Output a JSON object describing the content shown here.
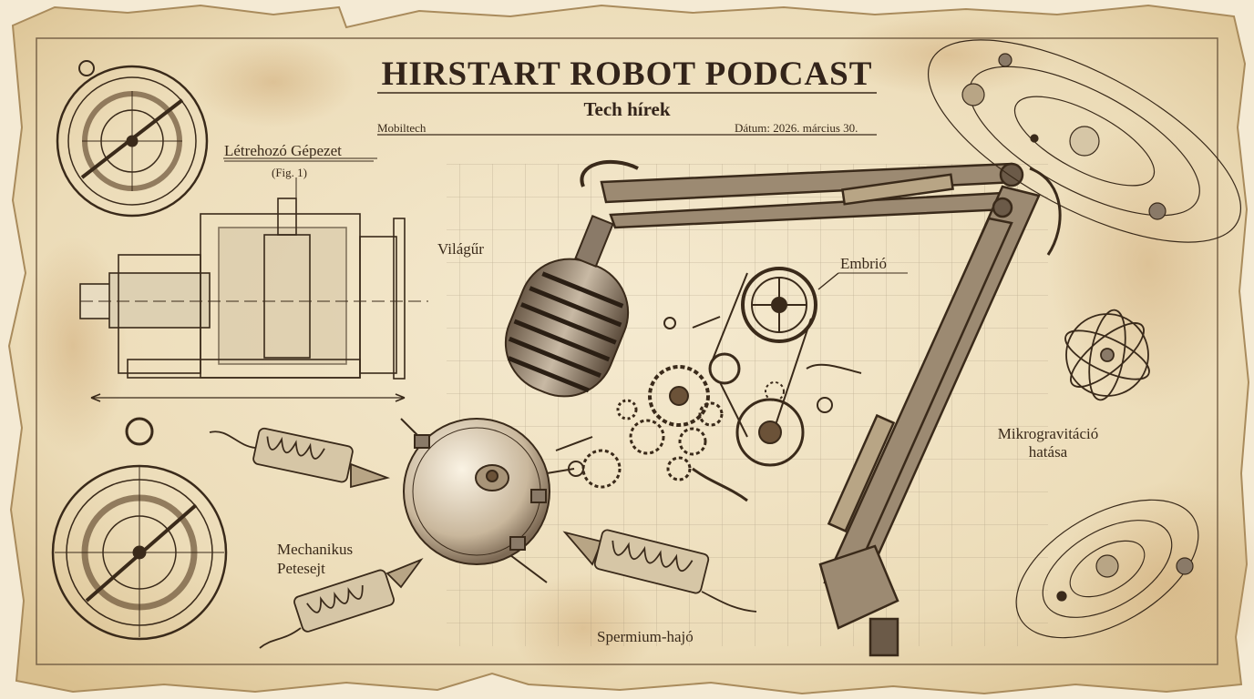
{
  "header": {
    "title": "HIRSTART ROBOT PODCAST",
    "subtitle": "Tech hírek",
    "category": "Mobiltech",
    "date": "Dátum: 2026. március 30."
  },
  "labels": {
    "machine": "Létrehozó Gépezet",
    "fig": "(Fig. 1)",
    "space": "Világűr",
    "embryo": "Embrió",
    "microgravity_line1": "Mikrogravitáció",
    "microgravity_line2": "hatása",
    "egg_line1": "Mechanikus",
    "egg_line2": "Petesejt",
    "sperm_ship": "Spermium-hajó"
  },
  "colors": {
    "paper": "#f1e4c6",
    "ink": "#3a2a1a",
    "stain": "#c9a06a",
    "metal": "#8a7a68"
  },
  "icons": [
    "astrolabe-icon",
    "microphone-icon",
    "gear-icon",
    "planet-orbit-icon",
    "atom-icon",
    "sperm-capsule-icon",
    "egg-sphere-icon"
  ]
}
